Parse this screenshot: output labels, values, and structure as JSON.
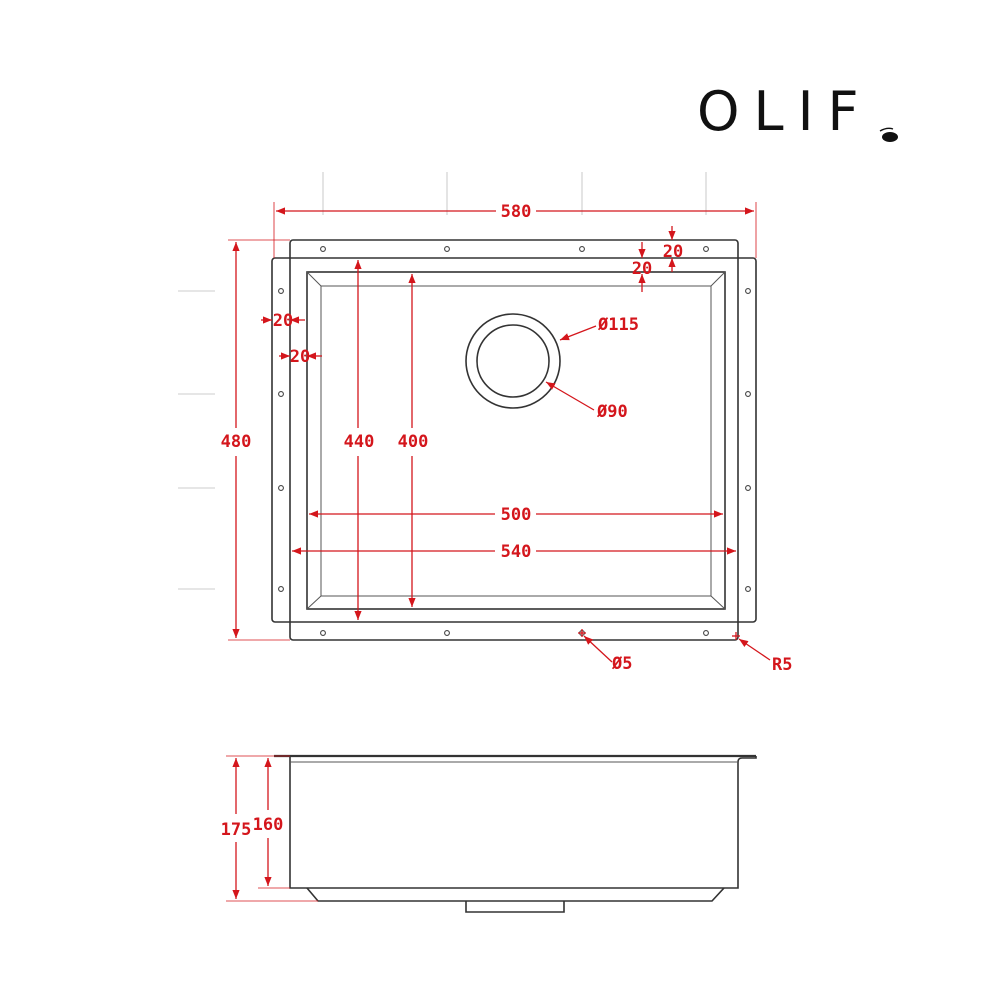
{
  "brand": {
    "name": "OLIF"
  },
  "colors": {
    "dimension": "#d4161c",
    "outline": "#333333"
  },
  "dimensions": {
    "overall_width": "580",
    "flange_width": "540",
    "bowl_width": "500",
    "overall_height": "480",
    "flange_height": "440",
    "bowl_height": "400",
    "top_offset_outer": "20",
    "top_offset_inner": "20",
    "left_offset_outer": "20",
    "left_offset_inner": "20",
    "drain_outer": "Ø115",
    "drain_inner": "Ø90",
    "hole_diameter": "Ø5",
    "corner_radius": "R5",
    "total_depth": "175",
    "bowl_depth": "160"
  }
}
